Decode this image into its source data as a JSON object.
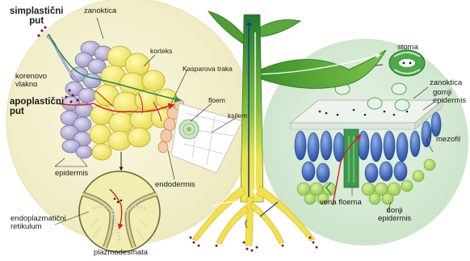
{
  "labels": {
    "simplasticni_put": [
      "simplastični",
      "put"
    ],
    "zanoktica_left": "zanoktica",
    "korteks": "korteks",
    "korenovo_vlakno": [
      "korenovo",
      "vlakno"
    ],
    "kasparova_traka": "Kasparova traka",
    "apoplasticni_put": [
      "apoplastični",
      "put"
    ],
    "floem": "floem",
    "ksilem": "ksilem",
    "epidermis": "epidermis",
    "endodermis": "endodermis",
    "endoplazmatski_retikulum": [
      "endoplazmatični",
      "retikulum"
    ],
    "plazmodesmata": "plazmodesmata",
    "stoma": "stoma",
    "zanoktica_right": "zanoktica",
    "gornji_epidermis": [
      "gornji",
      "epidermis"
    ],
    "mezofil": "mezofil",
    "vena_floema": "vena floema",
    "donji_epidermis": [
      "donji",
      "epidermis"
    ]
  },
  "colors": {
    "stem_green": "#3f9a3a",
    "leaf_green": "#5fae3f",
    "root_yellow": "#f3e04a",
    "left_circle": "#f6f3d2",
    "right_circle": "#d9edd9",
    "cortex_cells": "#f4ec7a",
    "epidermis_cells": "#b9b4d6",
    "endodermis_cells": "#f3c7a8",
    "mesophyll_blue": "#3d63b5",
    "apoplast_path": "#d42020",
    "symplast_path": "#1f8a5a",
    "stem_arrow": "#1d3f8f"
  }
}
